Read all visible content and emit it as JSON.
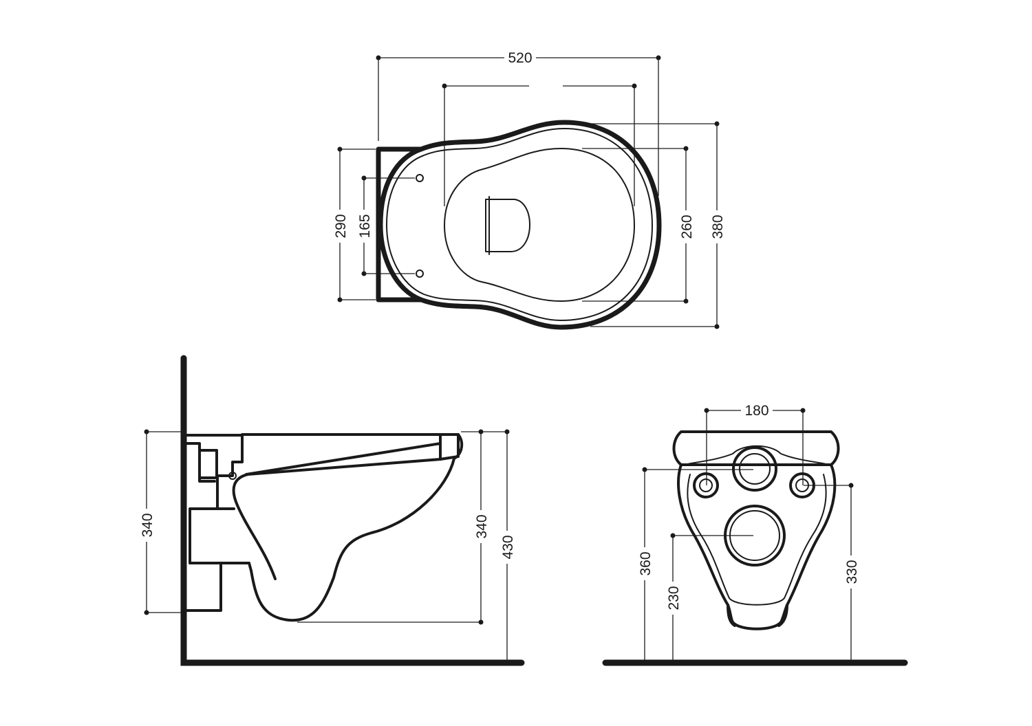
{
  "top_view": {
    "width": "520",
    "depth_outer": "380",
    "depth_inner": "260",
    "mount_plate": "290",
    "bolt_spacing": "165"
  },
  "side_view": {
    "rim_height_left": "340",
    "rim_height_right": "340",
    "total_height": "430"
  },
  "rear_view": {
    "bolt_spacing": "180",
    "bolt_height_left": "360",
    "outlet_height": "230",
    "bolt_height_right": "330"
  }
}
